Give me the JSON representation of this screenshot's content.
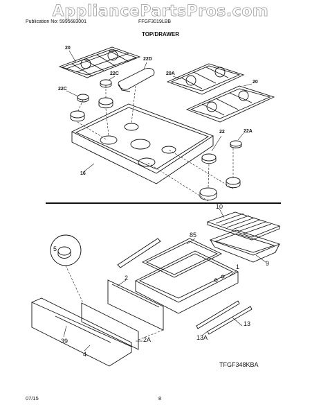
{
  "header": {
    "publication": "Publication No: 5995683001",
    "model": "FFGF3019LBB",
    "watermark": "AppliancePartsPros.com"
  },
  "section_title": "TOP/DRAWER",
  "top_labels": {
    "grate_left": "20",
    "griddle": "22D",
    "cap_small_top": "22C",
    "grate_right_label": "20A",
    "grate_right": "20",
    "cap_small_left": "22C",
    "cap_large": "22",
    "cap_small_right": "22A",
    "cooktop": "16"
  },
  "bottom_labels": {
    "broiler_pan_insert": "10",
    "broiler_pan": "9",
    "rack": "85",
    "drawer_body": "1",
    "side_panel": "2",
    "slide_right": "13",
    "slide_left": "13A",
    "door_panel": "2A",
    "handle": "39",
    "drawer_front": "4",
    "knob": "5"
  },
  "diagram_code": "TFGF348KBA",
  "footer": {
    "date": "07/15",
    "page": "8"
  }
}
